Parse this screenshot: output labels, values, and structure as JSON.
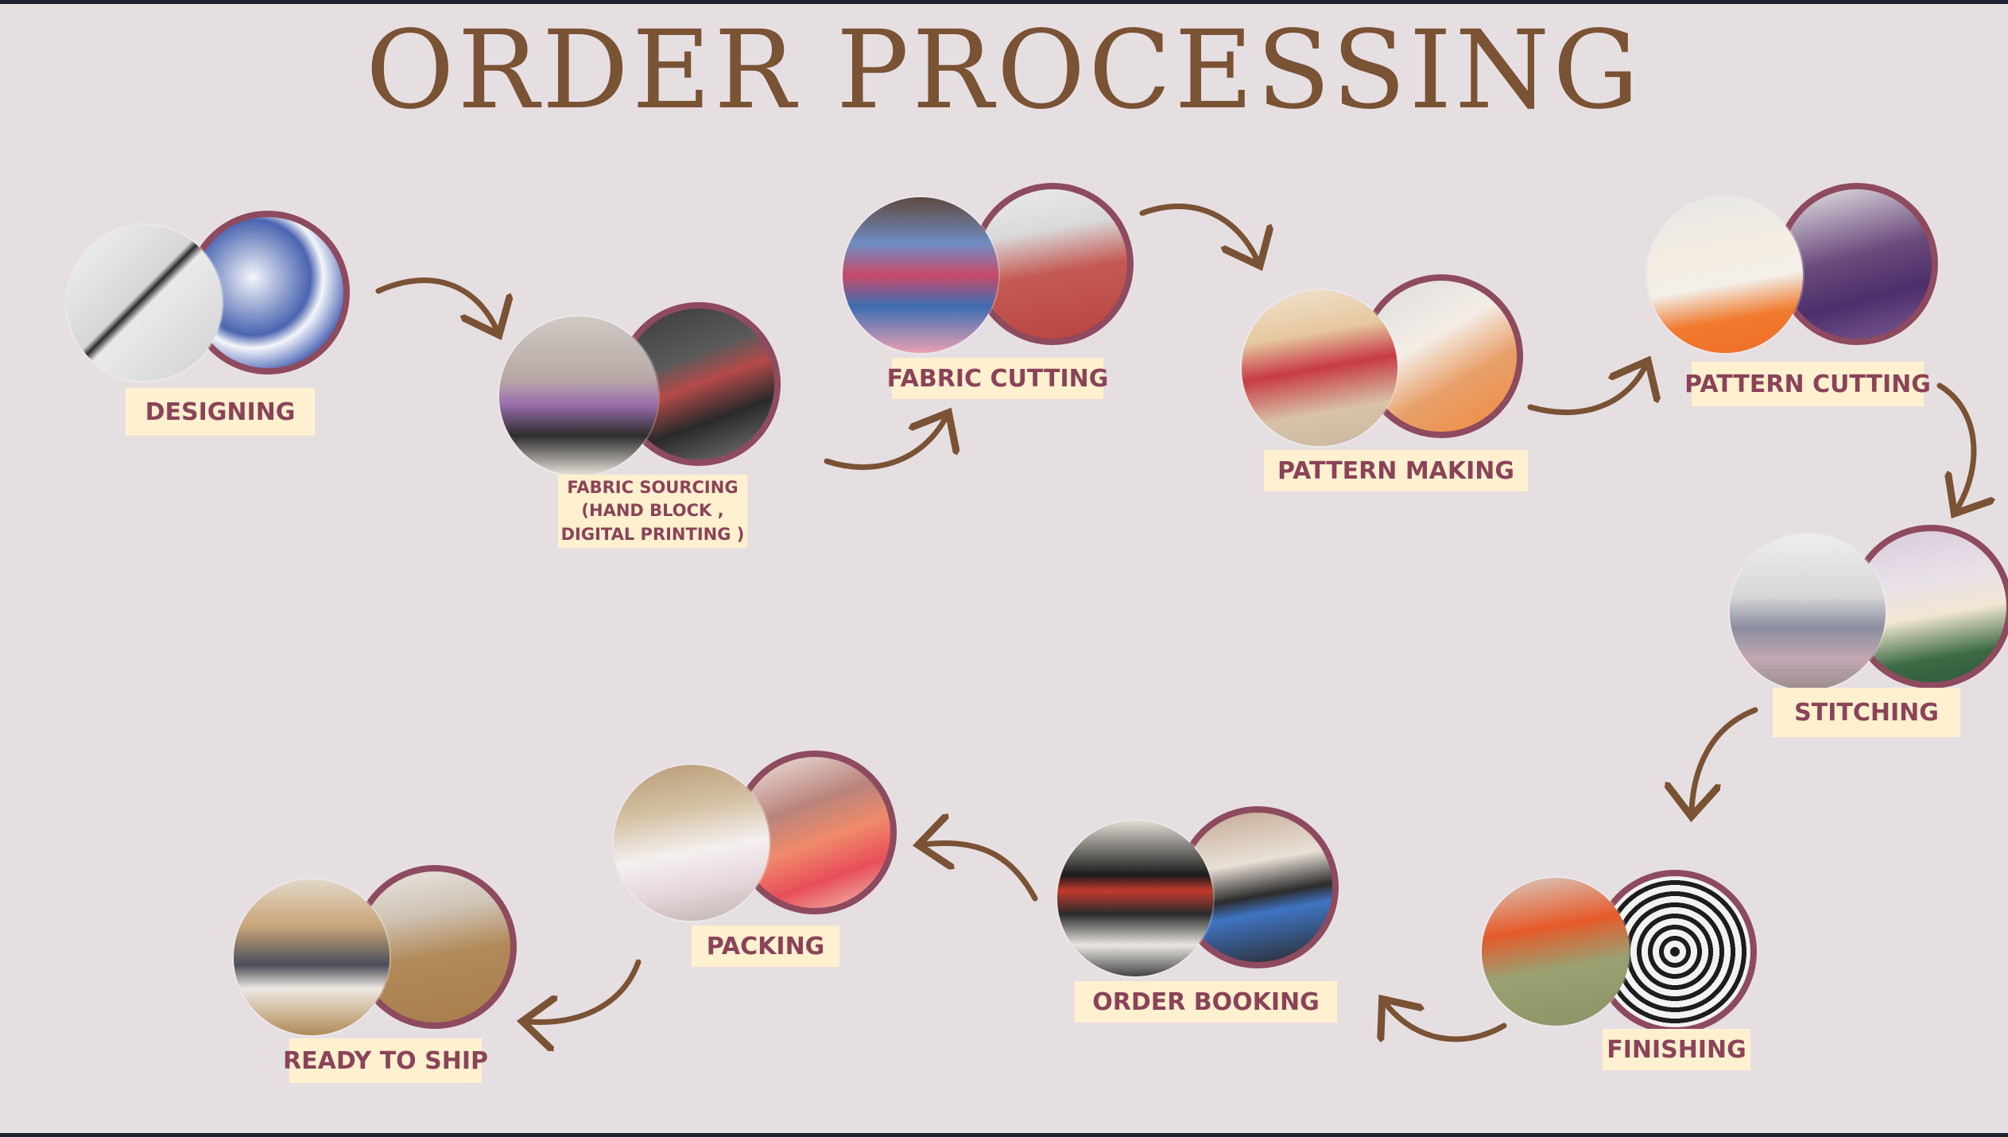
{
  "title": "ORDER PROCESSING",
  "colors": {
    "background": "#e6dfe2",
    "title": "#7a5234",
    "circle_border": "#8e4a5e",
    "label_bg": "#fff0cf",
    "label_text": "#8a4358",
    "arrow": "#7a5234"
  },
  "steps": [
    {
      "label": "DESIGNING",
      "icon": "designing-photo"
    },
    {
      "label": "FABRIC SOURCING\n(HAND BLOCK ,\nDIGITAL PRINTING )",
      "icon": "fabric-sourcing-photo"
    },
    {
      "label": "FABRIC CUTTING",
      "icon": "fabric-cutting-photo"
    },
    {
      "label": "PATTERN MAKING",
      "icon": "pattern-making-photo"
    },
    {
      "label": "PATTERN CUTTING",
      "icon": "pattern-cutting-photo"
    },
    {
      "label": "STITCHING",
      "icon": "stitching-photo"
    },
    {
      "label": "FINISHING",
      "icon": "finishing-photo"
    },
    {
      "label": "ORDER BOOKING",
      "icon": "order-booking-photo"
    },
    {
      "label": "PACKING",
      "icon": "packing-photo"
    },
    {
      "label": "READY TO SHIP",
      "icon": "ready-to-ship-photo"
    }
  ]
}
